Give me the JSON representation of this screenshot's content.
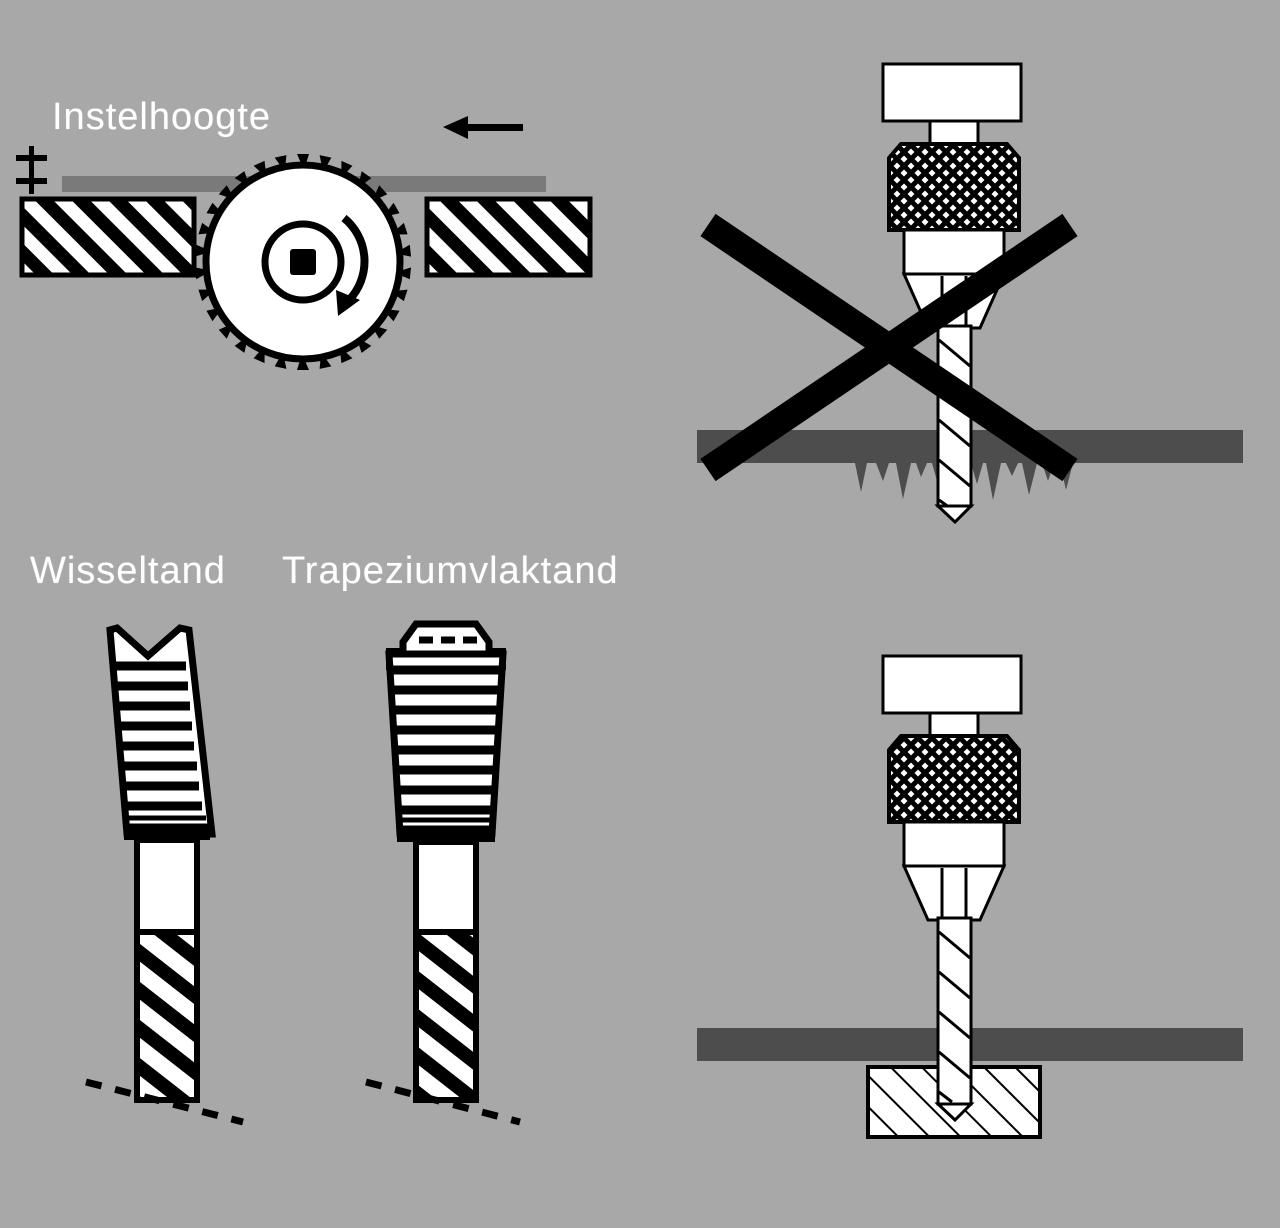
{
  "document": {
    "title": "Instelhoogte en boortechniek",
    "language": "nl",
    "background_color": "#a8a8a8"
  },
  "colors": {
    "background": "#a8a8a8",
    "workpiece_dark": "#4d4d4d",
    "workpiece_light": "#7a7a7a",
    "ink": "#000000",
    "paper": "#ffffff",
    "label_text": "#ffffff"
  },
  "labels": {
    "instelhoogte": "Instelhoogte",
    "wisseltand": "Wisseltand",
    "trapeziumvlaktand": "Trapeziumvlaktand"
  },
  "panels": [
    {
      "id": "saw-height",
      "name": "circular-saw-setting-height",
      "label": "Instelhoogte",
      "elements": [
        "height-dimension-symbol",
        "workpiece-board",
        "left-support-block",
        "right-support-block",
        "saw-blade",
        "rotation-arrow",
        "feed-direction-arrow"
      ]
    },
    {
      "id": "drill-wrong",
      "name": "drilling-without-backing-incorrect",
      "marker": "cross-out-x",
      "elements": [
        "drill-press-quill",
        "drill-chuck",
        "twist-drill-bit",
        "workpiece-bar",
        "splintered-breakout",
        "prohibition-x"
      ]
    },
    {
      "id": "tooth-profiles",
      "name": "saw-tooth-profiles",
      "items": [
        {
          "label": "Wisseltand",
          "tip": "alternate-top-bevel-v-notch"
        },
        {
          "label": "Trapeziumvlaktand",
          "tip": "trapezoid-flat-crown"
        }
      ]
    },
    {
      "id": "drill-correct",
      "name": "drilling-with-backing-block-correct",
      "elements": [
        "drill-press-quill",
        "drill-chuck",
        "twist-drill-bit",
        "workpiece-bar",
        "backing-block"
      ]
    }
  ]
}
